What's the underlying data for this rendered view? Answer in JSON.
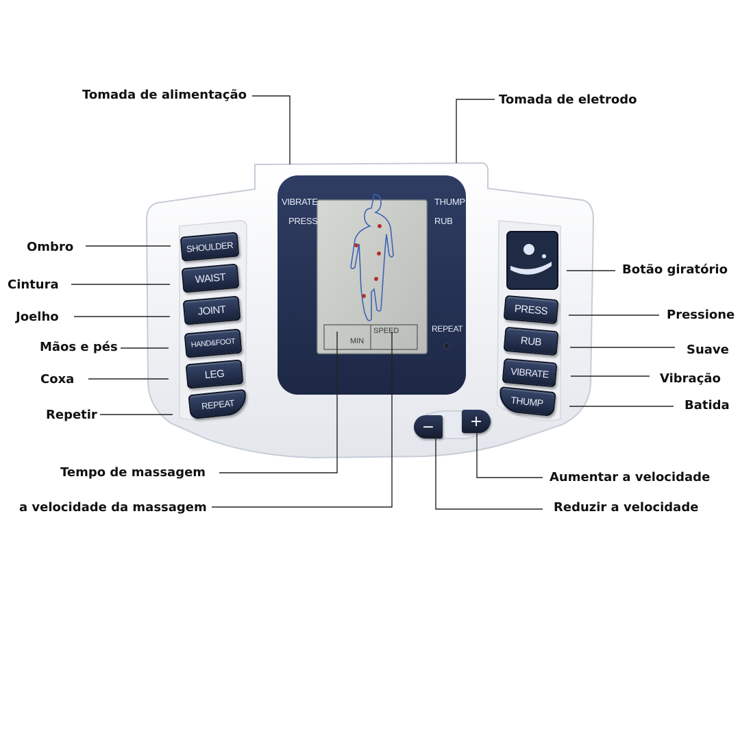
{
  "callouts": {
    "power_socket": "Tomada de alimentação",
    "electrode_socket": "Tomada de eletrodo",
    "shoulder": "Ombro",
    "waist": "Cintura",
    "knee": "Joelho",
    "hands_feet": "Mãos e pés",
    "thigh": "Coxa",
    "repeat": "Repetir",
    "rotary_button": "Botão giratório",
    "press": "Pressione",
    "gentle": "Suave",
    "vibration": "Vibração",
    "beat": "Batida",
    "massage_time": "Tempo de massagem",
    "massage_speed": "a velocidade da massagem",
    "increase_speed": "Aumentar a velocidade",
    "decrease_speed": "Reduzir a velocidade"
  },
  "device": {
    "left_buttons": [
      "SHOULDER",
      "WAIST",
      "JOINT",
      "HAND&FOOT",
      "LEG",
      "REPEAT"
    ],
    "right_buttons": [
      "PRESS",
      "RUB",
      "VIBRATE",
      "THUMP"
    ],
    "panel_labels": {
      "vibrate": "VIBRATE",
      "press": "PRESS",
      "thump": "THUMP",
      "rub": "RUB",
      "repeat": "REPEAT"
    },
    "lcd": {
      "min": "MIN",
      "speed": "SPEED"
    },
    "minus": "−",
    "plus": "+",
    "colors": {
      "body": "#f4f5f8",
      "panel": "#27345a",
      "lcd": "#c9cbc8",
      "button": "#1f2a45"
    }
  }
}
